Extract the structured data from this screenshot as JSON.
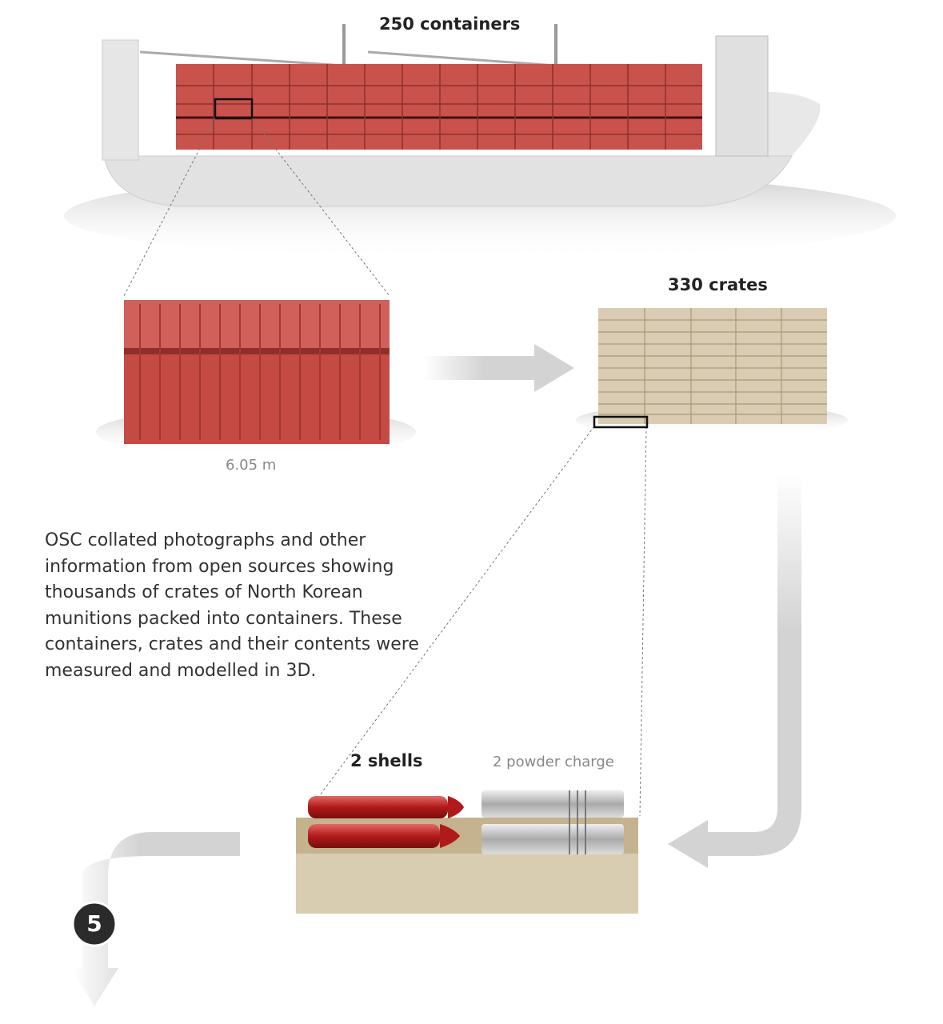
{
  "ship": {
    "label": "250 containers",
    "container_count": 250
  },
  "container": {
    "length_label": "6.05 m"
  },
  "crates": {
    "label": "330 crates",
    "crate_count": 330
  },
  "description": "OSC collated photographs and other information from open sources showing thousands of crates of North Korean munitions packed into containers. These containers, crates and their contents were measured and modelled in 3D.",
  "crate_contents": {
    "shells_label": "2 shells",
    "powder_label": "2 powder charge"
  },
  "step": {
    "number": "5"
  },
  "colors": {
    "container_red": "#c9524c",
    "hull_grey": "#e4e4e4",
    "arrow_grey": "#d0d0d0",
    "crate_beige": "#d9ccb2",
    "step_badge": "#2b2b2b"
  }
}
